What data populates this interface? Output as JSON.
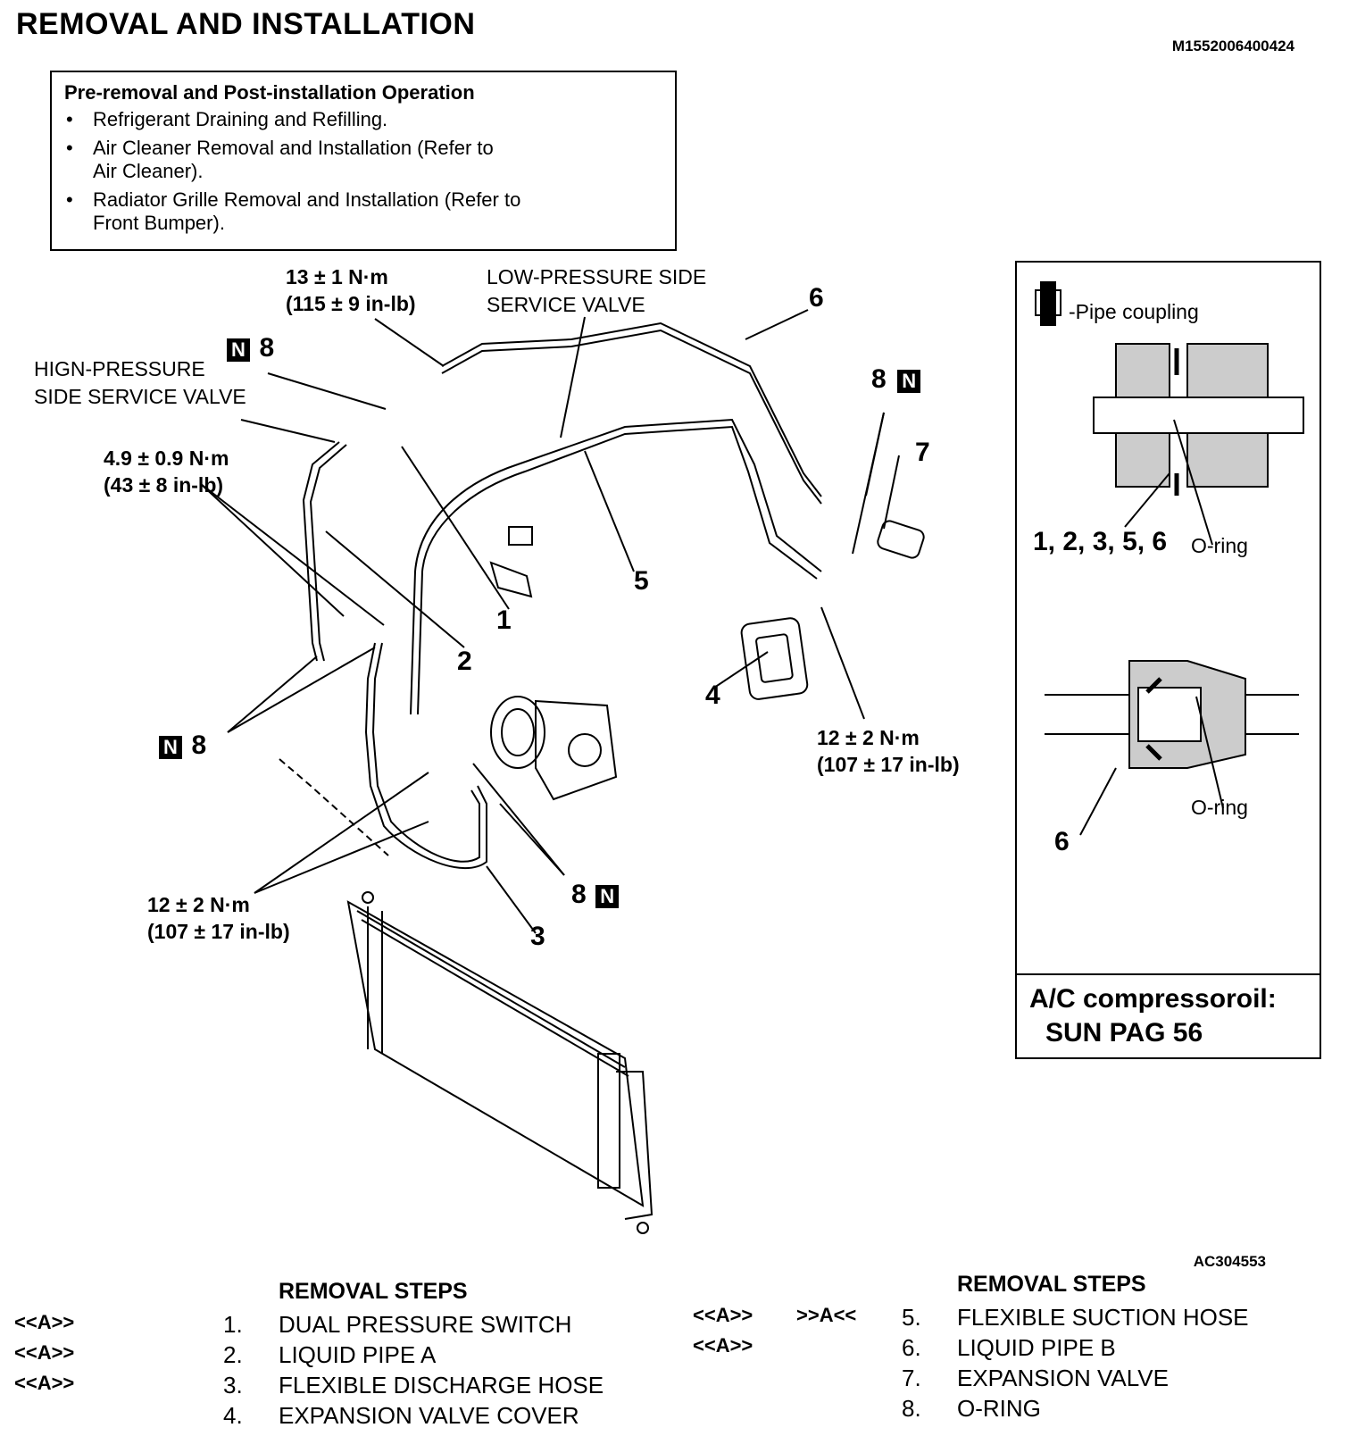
{
  "header": {
    "title": "REMOVAL AND INSTALLATION",
    "doc_id": "M1552006400424"
  },
  "pre_op": {
    "title": "Pre-removal and Post-installation Operation",
    "items": [
      {
        "line1": "Refrigerant Draining and Refilling.",
        "line2": ""
      },
      {
        "line1": "Air Cleaner Removal and Installation (Refer to",
        "line2": "Air Cleaner)."
      },
      {
        "line1": "Radiator Grille Removal and Installation (Refer to",
        "line2": "Front Bumper)."
      }
    ]
  },
  "callouts": {
    "torque_top_1": "13 ± 1 N·m",
    "torque_top_2": "(115 ± 9 in-lb)",
    "low_valve_1": "LOW-PRESSURE SIDE",
    "low_valve_2": "SERVICE VALVE",
    "high_valve_1": "HIGN-PRESSURE",
    "high_valve_2": "SIDE SERVICE VALVE",
    "torque_left_1": "4.9 ± 0.9 N·m",
    "torque_left_2": "(43 ± 8 in-lb)",
    "torque_right_1": "12 ± 2 N·m",
    "torque_right_2": "(107 ± 17 in-lb)",
    "torque_bottom_1": "12 ± 2 N·m",
    "torque_bottom_2": "(107 ± 17 in-lb)",
    "n_badge": "N",
    "num_1": "1",
    "num_2": "2",
    "num_3": "3",
    "num_4": "4",
    "num_5": "5",
    "num_6": "6",
    "num_7": "7",
    "num_8": "8"
  },
  "detail": {
    "pipe_coupling": "-Pipe coupling",
    "parts_list": "1, 2, 3, 5, 6",
    "o_ring": "O-ring",
    "num_6": "6",
    "oil_line1": "A/C compressoroil:",
    "oil_line2": "SUN PAG 56"
  },
  "figure_id": "AC304553",
  "steps": {
    "heading": "REMOVAL STEPS",
    "left": [
      {
        "tag": "<<A>>",
        "tag2": "",
        "num": "1.",
        "name": "DUAL PRESSURE SWITCH"
      },
      {
        "tag": "<<A>>",
        "tag2": "",
        "num": "2.",
        "name": "LIQUID PIPE A"
      },
      {
        "tag": "<<A>>",
        "tag2": "",
        "num": "3.",
        "name": "FLEXIBLE DISCHARGE HOSE"
      },
      {
        "tag": "",
        "tag2": "",
        "num": "4.",
        "name": "EXPANSION VALVE COVER"
      }
    ],
    "right": [
      {
        "tag": "<<A>>",
        "tag2": ">>A<<",
        "num": "5.",
        "name": "FLEXIBLE SUCTION HOSE"
      },
      {
        "tag": "<<A>>",
        "tag2": "",
        "num": "6.",
        "name": "LIQUID PIPE B"
      },
      {
        "tag": "",
        "tag2": "",
        "num": "7.",
        "name": "EXPANSION VALVE"
      },
      {
        "tag": "",
        "tag2": "",
        "num": "8.",
        "name": "O-RING"
      }
    ]
  }
}
